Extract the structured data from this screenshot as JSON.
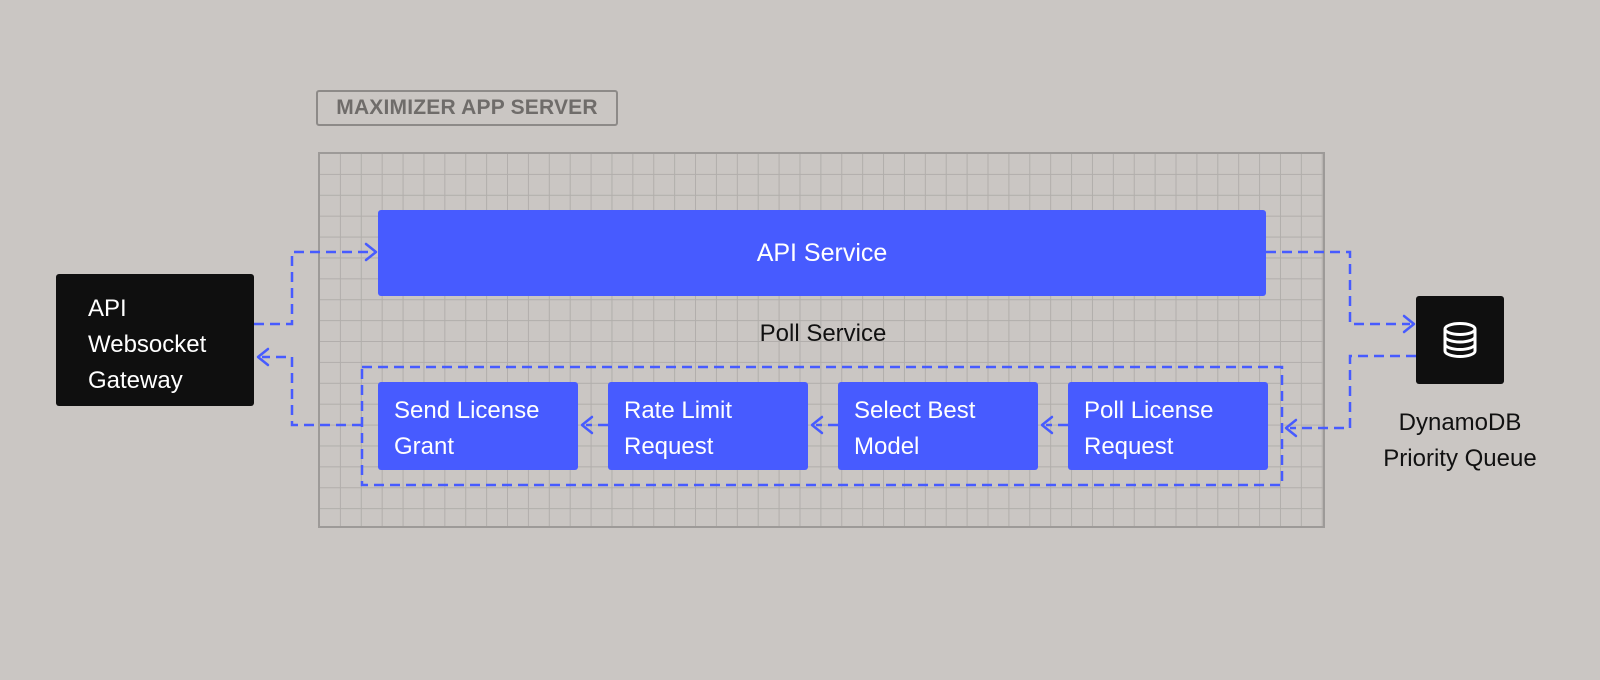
{
  "server": {
    "label": "MAXIMIZER APP SERVER"
  },
  "api_service": {
    "label": "API Service"
  },
  "poll_service": {
    "title": "Poll Service",
    "steps": [
      {
        "line1": "Send License",
        "line2": "Grant"
      },
      {
        "line1": "Rate Limit",
        "line2": "Request"
      },
      {
        "line1": "Select Best",
        "line2": "Model"
      },
      {
        "line1": "Poll License",
        "line2": "Request"
      }
    ]
  },
  "gateway": {
    "line1": "API",
    "line2": "Websocket",
    "line3": "Gateway"
  },
  "database": {
    "icon": "database-icon",
    "line1": "DynamoDB",
    "line2": "Priority Queue"
  },
  "colors": {
    "accent": "#475bff",
    "dark": "#0f0f0f",
    "background": "#cac6c3"
  }
}
